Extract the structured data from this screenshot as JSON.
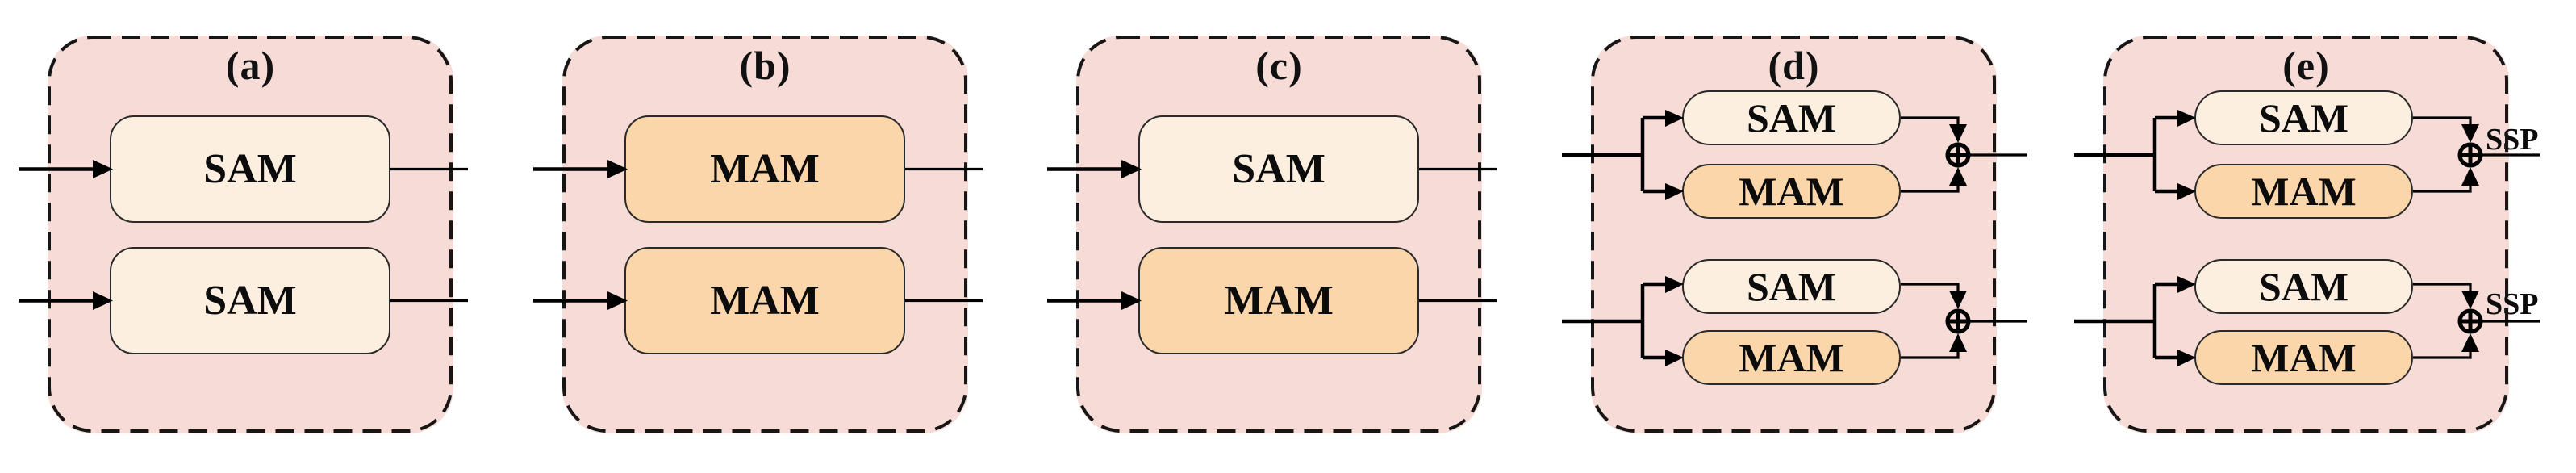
{
  "figure": {
    "kind": "architecture-comparison-diagram",
    "panel_count": 5
  },
  "colors": {
    "panel_bg": "#f7dbd6",
    "module_fills": {
      "SAM": "#fdefe0",
      "MAM": "#fbd6aa"
    },
    "line": "#000000",
    "text": "#0c0c0c"
  },
  "panels": [
    {
      "label": "(a)",
      "type": "stacked",
      "boxes": [
        "SAM",
        "SAM"
      ]
    },
    {
      "label": "(b)",
      "type": "stacked",
      "boxes": [
        "MAM",
        "MAM"
      ]
    },
    {
      "label": "(c)",
      "type": "stacked",
      "boxes": [
        "SAM",
        "MAM"
      ]
    },
    {
      "label": "(d)",
      "type": "parallel-sum",
      "boxes": [
        "SAM",
        "MAM",
        "SAM",
        "MAM"
      ],
      "sum_symbol": "⊕"
    },
    {
      "label": "(e)",
      "type": "parallel-sum",
      "boxes": [
        "SAM",
        "MAM",
        "SAM",
        "MAM"
      ],
      "sum_symbol": "⊕",
      "ssp_labels": [
        "SSP",
        "SSP"
      ]
    }
  ]
}
